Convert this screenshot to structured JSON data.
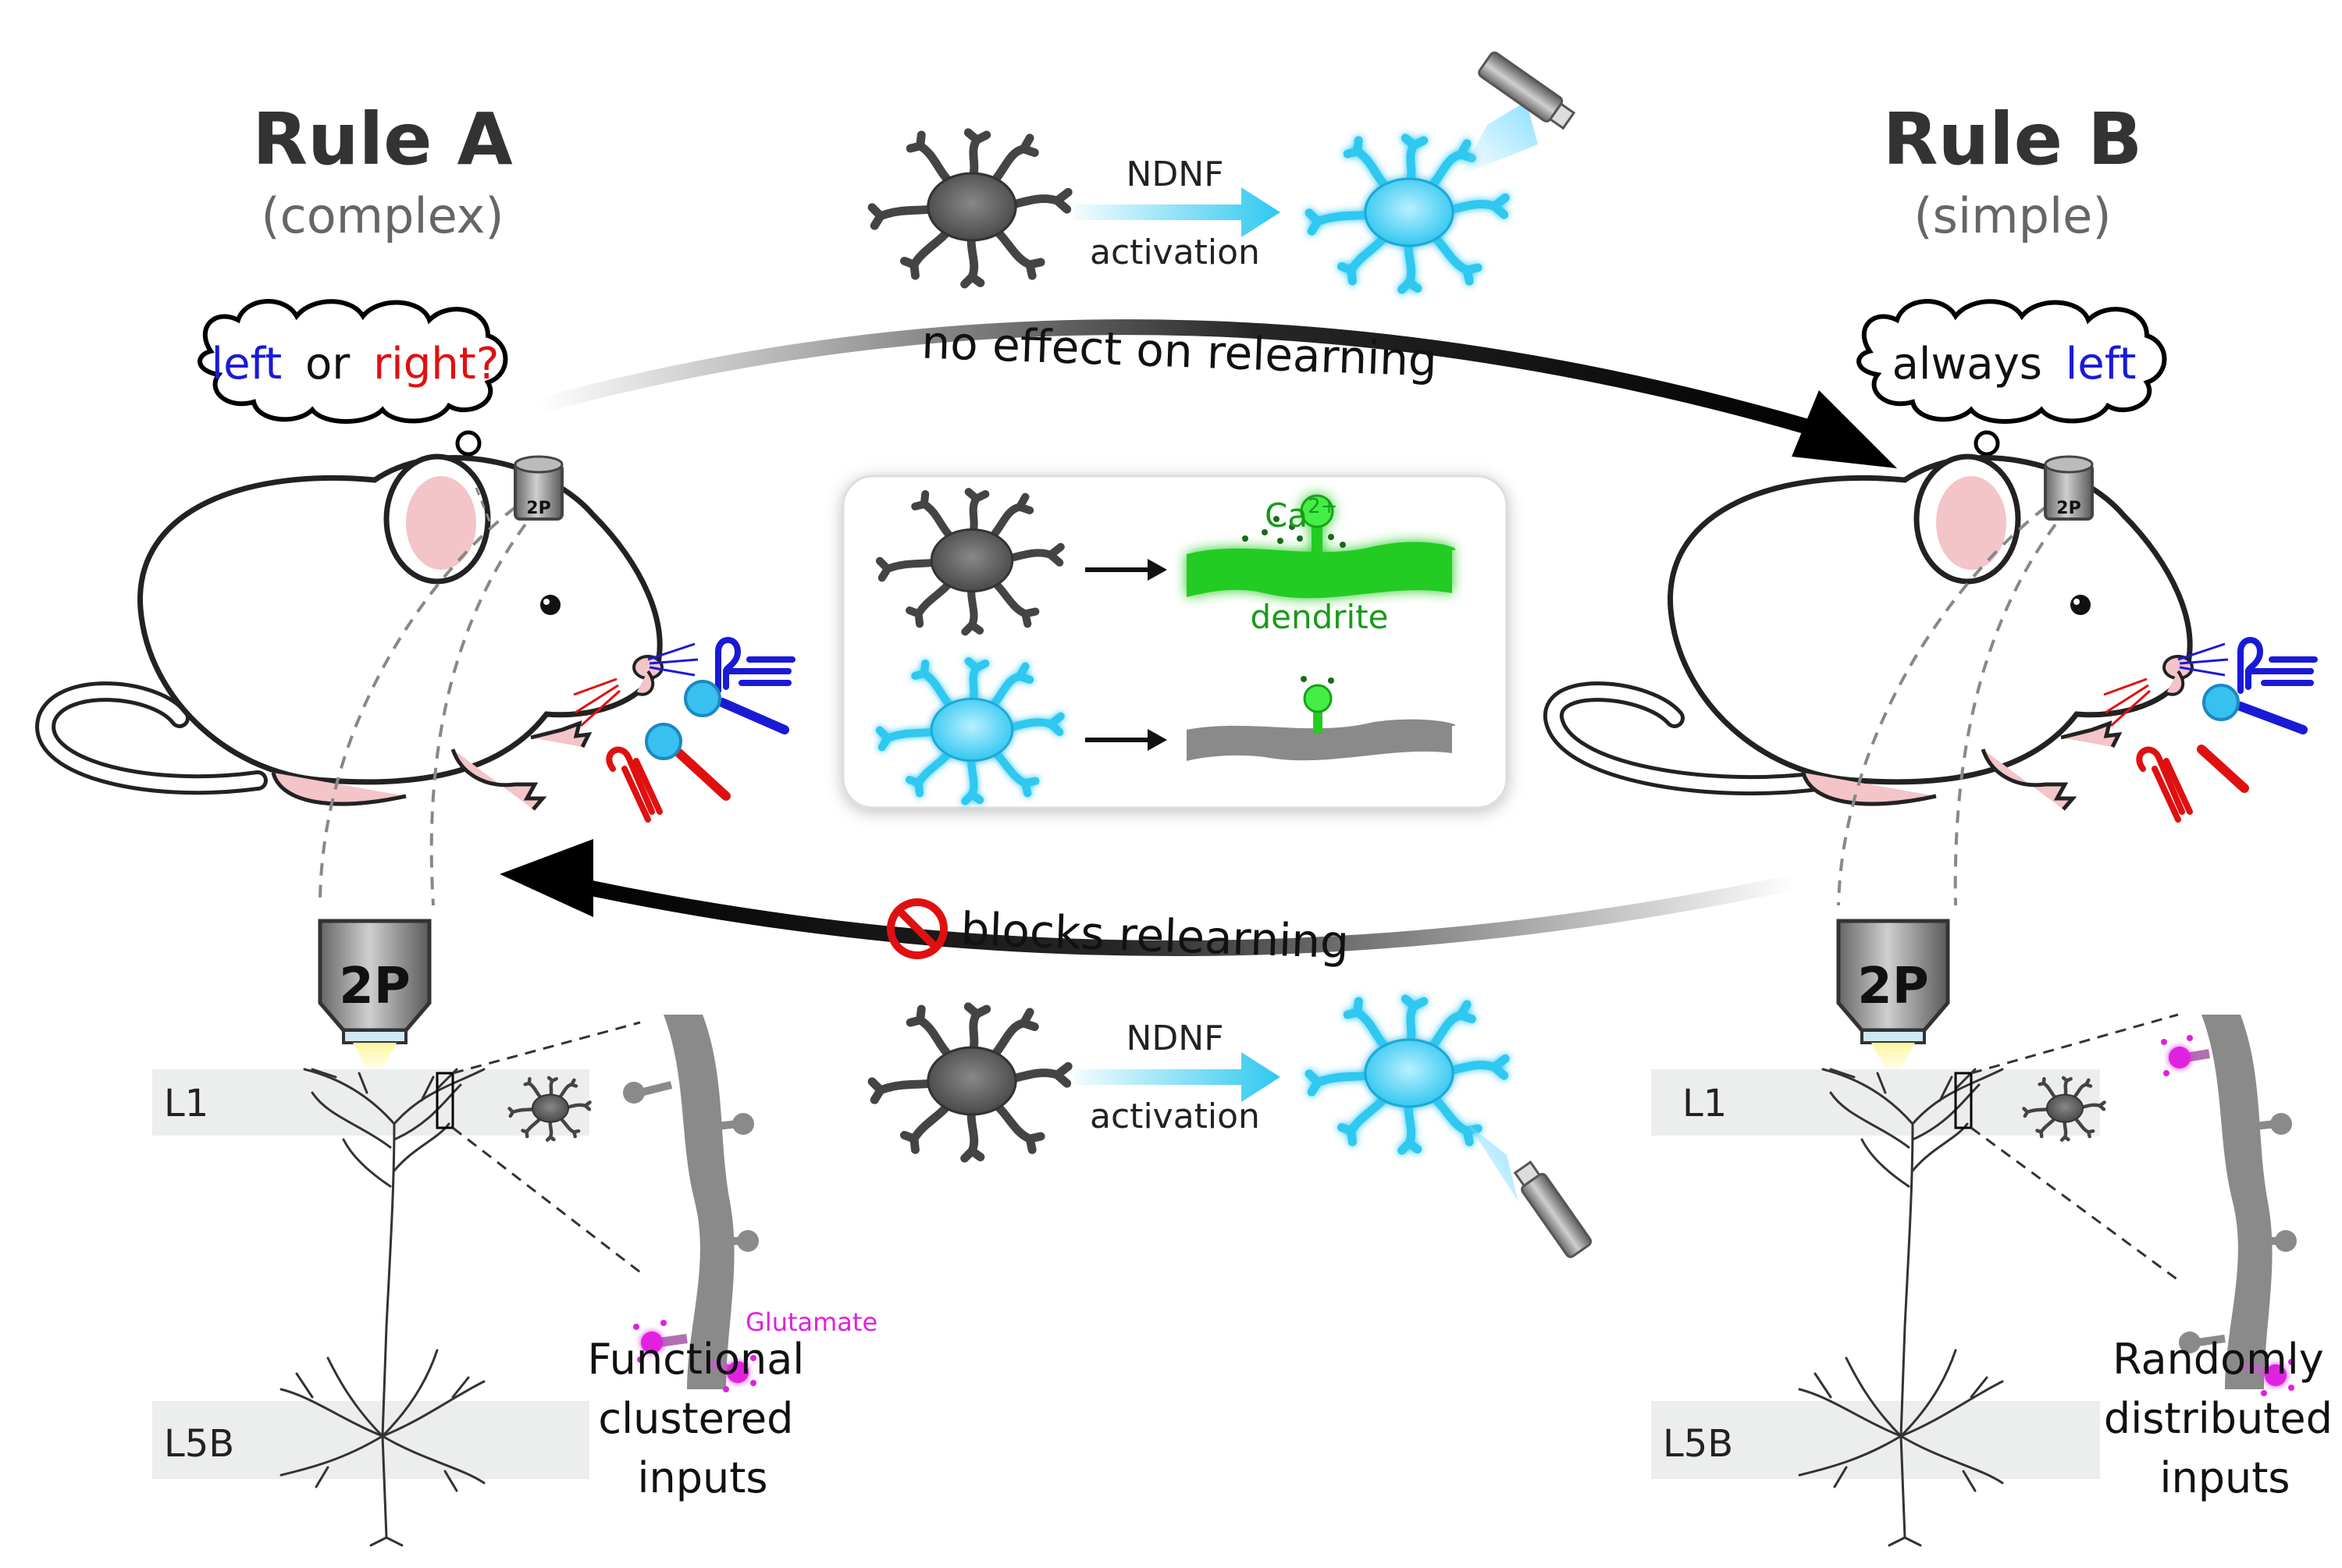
{
  "rule_a": {
    "title": "Rule A",
    "subtitle": "(complex)"
  },
  "rule_b": {
    "title": "Rule B",
    "subtitle": "(simple)"
  },
  "top_arrow": {
    "line1": "NDNF",
    "line2": "activation",
    "effect": "no effect on relearning"
  },
  "bottom_arrow": {
    "line1": "NDNF",
    "line2": "activation",
    "effect": "blocks relearning"
  },
  "bubble_a": {
    "left_word": "left",
    "or_word": "or",
    "right_word": "right?"
  },
  "bubble_b": {
    "always_word": "always",
    "left_word": "left"
  },
  "inset": {
    "calcium": "Ca",
    "calcium_sup": "2+",
    "dendrite": "dendrite"
  },
  "microscope": {
    "objective_label": "2P",
    "headcap_label": "2P"
  },
  "layers": {
    "l1": "L1",
    "l5b": "L5B"
  },
  "left_panel": {
    "caption_lines": [
      "Functional",
      "clustered",
      "inputs"
    ],
    "glutamate": "Glutamate"
  },
  "right_panel": {
    "caption_lines": [
      "Randomly",
      "distributed",
      "inputs"
    ]
  },
  "colors": {
    "left_blue": "#1a1ad6",
    "right_red": "#e01010",
    "ndnf_cyan": "#2ec8f0",
    "calcium_green": "#22cc22",
    "glutamate_magenta": "#e020e0",
    "inactive_gray": "#555555"
  },
  "icons": [
    "mouse-icon",
    "neuron-icon",
    "light-fiber-icon",
    "objective-icon",
    "air-puff-icon",
    "lick-spout-icon",
    "no-entry-icon",
    "thought-bubble-icon",
    "pyramidal-neuron-icon"
  ]
}
